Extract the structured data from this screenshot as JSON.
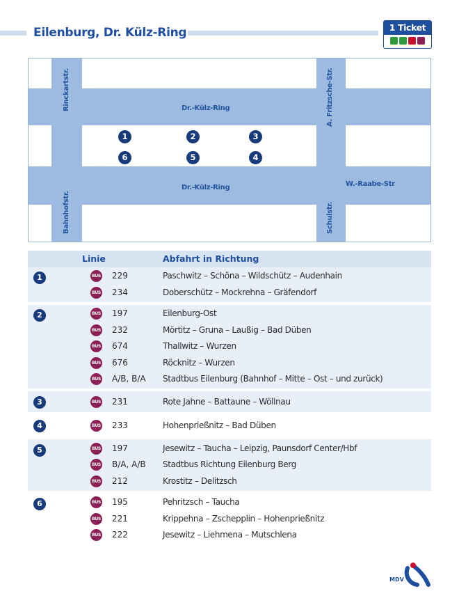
{
  "header": {
    "title": "Eilenburg, Dr. Külz-Ring"
  },
  "ticket": {
    "label": "1 Ticket",
    "icon_colors": [
      "#2e9b3d",
      "#2e9b3d",
      "#c8102e",
      "#8c1f55"
    ]
  },
  "map": {
    "streets": {
      "rinckart": "Rinckartstr.",
      "fritzsche": "A. Fritzsche-Str.",
      "ring_north": "Dr.-Külz-Ring",
      "ring_south": "Dr.-Külz-Ring",
      "raabe": "W.-Raabe-Str",
      "bahnhof": "Bahnhofstr.",
      "schul": "Schulstr."
    },
    "stops": [
      "1",
      "2",
      "3",
      "6",
      "5",
      "4"
    ]
  },
  "table": {
    "headers": {
      "linie": "Linie",
      "abfahrt": "Abfahrt in Richtung"
    },
    "bus_icon_label": "BUS",
    "groups": [
      {
        "stop": "1",
        "rows": [
          {
            "line": "229",
            "dest": "Paschwitz – Schöna – Wildschütz – Audenhain"
          },
          {
            "line": "234",
            "dest": "Doberschütz – Mockrehna – Gräfendorf"
          }
        ]
      },
      {
        "stop": "2",
        "rows": [
          {
            "line": "197",
            "dest": "Eilenburg-Ost"
          },
          {
            "line": "232",
            "dest": "Mörtitz – Gruna – Laußig – Bad Düben"
          },
          {
            "line": "674",
            "dest": "Thallwitz – Wurzen"
          },
          {
            "line": "676",
            "dest": "Röcknitz – Wurzen"
          },
          {
            "line": "A/B, B/A",
            "dest": "Stadtbus Eilenburg (Bahnhof – Mitte – Ost – und zurück)"
          }
        ]
      },
      {
        "stop": "3",
        "rows": [
          {
            "line": "231",
            "dest": "Rote Jahne – Battaune – Wöllnau"
          }
        ]
      },
      {
        "stop": "4",
        "rows": [
          {
            "line": "233",
            "dest": "Hohenprießnitz – Bad Düben"
          }
        ]
      },
      {
        "stop": "5",
        "rows": [
          {
            "line": "197",
            "dest": "Jesewitz – Taucha – Leipzig, Paunsdorf Center/Hbf"
          },
          {
            "line": "B/A, A/B",
            "dest": "Stadtbus Richtung Eilenburg Berg"
          },
          {
            "line": "212",
            "dest": "Krostitz – Delitzsch"
          }
        ]
      },
      {
        "stop": "6",
        "rows": [
          {
            "line": "195",
            "dest": "Pehritzsch – Taucha"
          },
          {
            "line": "221",
            "dest": "Krippehna – Zschepplin – Hohenprießnitz"
          },
          {
            "line": "222",
            "dest": "Jesewitz – Liehmena – Mutschlena"
          }
        ]
      }
    ]
  },
  "logo": {
    "text": "MDV"
  }
}
